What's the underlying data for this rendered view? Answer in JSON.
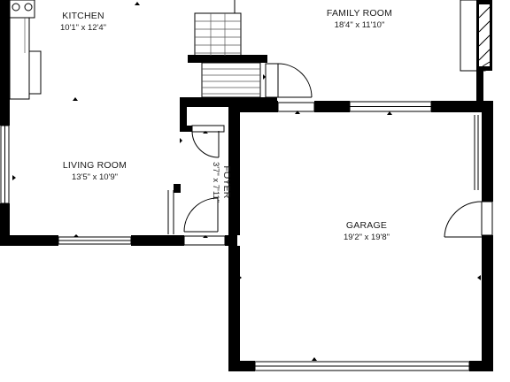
{
  "plan": {
    "rooms": [
      {
        "id": "kitchen",
        "name": "KITCHEN",
        "dims": "10'1\" x 12'4\""
      },
      {
        "id": "family-room",
        "name": "FAMILY ROOM",
        "dims": "18'4\" x 11'10\""
      },
      {
        "id": "living-room",
        "name": "LIVING ROOM",
        "dims": "13'5\" x 10'9\""
      },
      {
        "id": "foyer",
        "name": "FOYER",
        "dims": "3'7\" x 7'11\""
      },
      {
        "id": "garage",
        "name": "GARAGE",
        "dims": "19'2\" x 19'8\""
      }
    ]
  }
}
